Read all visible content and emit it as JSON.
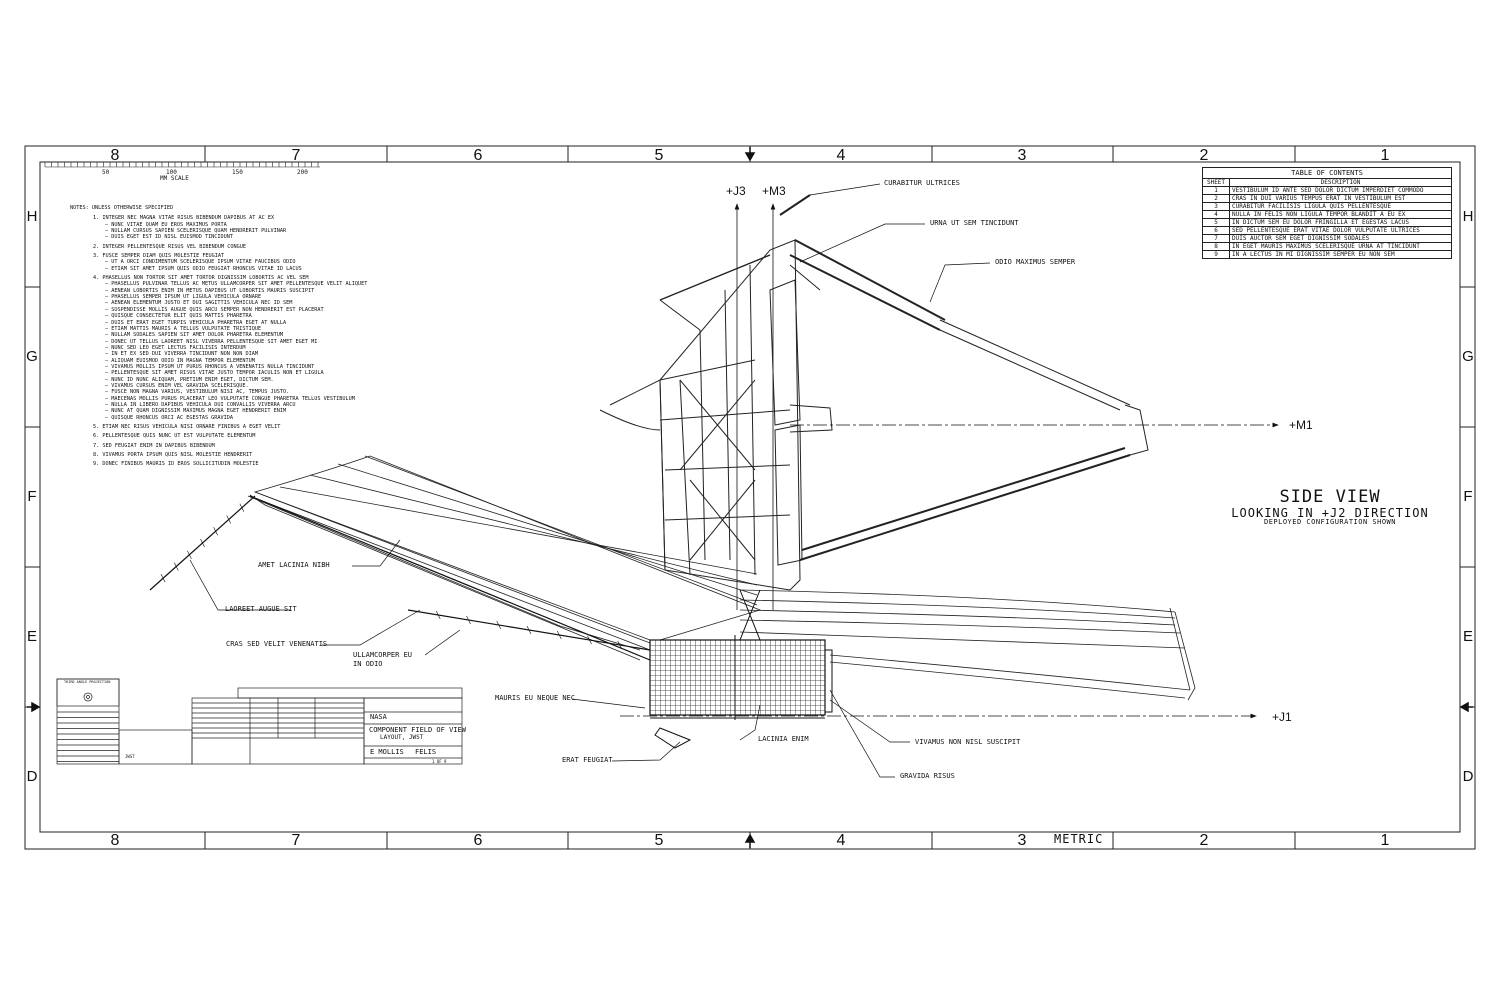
{
  "border": {
    "zone_numbers": [
      "8",
      "7",
      "6",
      "5",
      "4",
      "3",
      "2",
      "1"
    ],
    "zone_letters": [
      "H",
      "G",
      "F",
      "E",
      "D"
    ],
    "metric_label": "METRIC"
  },
  "scale": {
    "ticks": [
      "50",
      "100",
      "150",
      "200"
    ],
    "label": "MM SCALE"
  },
  "notes": {
    "heading": "NOTES: UNLESS OTHERWISE SPECIFIED",
    "items": [
      {
        "num": "1.",
        "text": "INTEGER NEC MAGNA VITAE RISUS BIBENDUM DAPIBUS AT AC EX",
        "sub": [
          "–  NUNC VITAE QUAM EU EROS MAXIMUS PORTA",
          "–  NULLAM CURSUS SAPIEN SCELERISQUE QUAM HENDRERIT PULVINAR",
          "–  DUIS EGET EST ID NISL EUISMOD TINCIDUNT"
        ]
      },
      {
        "num": "2.",
        "text": "INTEGER PELLENTESQUE RISUS VEL BIBENDUM CONGUE",
        "sub": []
      },
      {
        "num": "3.",
        "text": "FUSCE SEMPER DIAM QUIS MOLESTIE FEUGIAT",
        "sub": [
          "–  UT A ORCI CONDIMENTUM SCELERISQUE IPSUM VITAE FAUCIBUS ODIO",
          "–  ETIAM SIT AMET IPSUM QUIS ODIO FEUGIAT RHONCUS VITAE ID LACUS"
        ]
      },
      {
        "num": "4.",
        "text": "PHASELLUS NON TORTOR SIT AMET TORTOR DIGNISSIM LOBORTIS AC VEL SEM",
        "sub": [
          "–  PHASELLUS PULVINAR TELLUS AC METUS ULLAMCORPER SIT AMET PELLENTESQUE VELIT ALIQUET",
          "–  AENEAN LOBORTIS ENIM IN METUS DAPIBUS UT LOBORTIS MAURIS SUSCIPIT",
          "–  PHASELLUS SEMPER IPSUM UT LIGULA VEHICULA ORNARE",
          "–  AENEAN ELEMENTUM JUSTO ET DUI SAGITTIS VEHICULA NEC ID SEM",
          "–  SUSPENDISSE MOLLIS AUGUE QUIS ARCU SEMPER NON HENDRERIT EST PLACERAT",
          "–  QUISQUE CONSECTETUR ELIT QUIS MATTIS PHARETRA",
          "–  DUIS ET ERAT EGET TURPIS VEHICULA PHARETRA EGET AT NULLA",
          "–  ETIAM MATTIS MAURIS A TELLUS VULPUTATE TRISTIQUE",
          "–  NULLAM SODALES SAPIEN SIT AMET DOLOR PHARETRA ELEMENTUM",
          "–  DONEC UT TELLUS LAOREET NISL VIVERRA PELLENTESQUE SIT AMET EGET MI",
          "–  NUNC SED LEO EGET LECTUS FACILISIS INTERDUM",
          "–  IN ET EX SED DUI VIVERRA TINCIDUNT NON NON DIAM",
          "–  ALIQUAM EUISMOD ODIO IN MAGNA TEMPOR ELEMENTUM",
          "–  VIVAMUS MOLLIS IPSUM UT PURUS RHONCUS A VENENATIS NULLA TINCIDUNT",
          "–  PELLENTESQUE SIT AMET RISUS VITAE JUSTO TEMPOR IACULIS NON ET LIGULA",
          "–  NUNC ID NUNC ALIQUAM, PRETIUM ENIM EGET, DICTUM SEM.",
          "–  VIVAMUS CURSUS ENIM VEL GRAVIDA SCELERISQUE.",
          "–  FUSCE NON MAGNA VARIUS, VESTIBULUM NISI AC, TEMPUS JUSTO.",
          "–  MAECENAS MOLLIS PURUS PLACERAT LEO VULPUTATE CONGUE PHARETRA TELLUS VESTIBULUM",
          "–  NULLA IN LIBERO DAPIBUS VEHICULA DUI CONVALLIS VIVERRA ARCU",
          "–  NUNC AT QUAM DIGNISSIM MAXIMUS MAGNA EGET HENDRERIT ENIM",
          "–  QUISQUE RHONCUS ORCI AC EGESTAS GRAVIDA"
        ]
      },
      {
        "num": "5.",
        "text": "ETIAM NEC RISUS VEHICULA NISI ORNARE FINIBUS A EGET VELIT",
        "sub": []
      },
      {
        "num": "6.",
        "text": "PELLENTESQUE QUIS NUNC UT EST VULPUTATE ELEMENTUM",
        "sub": []
      },
      {
        "num": "7.",
        "text": "SED FEUGIAT ENIM IN DAPIBUS BIBENDUM",
        "sub": []
      },
      {
        "num": "8.",
        "text": "VIVAMUS PORTA IPSUM QUIS NISL MOLESTIE HENDRERIT",
        "sub": []
      },
      {
        "num": "9.",
        "text": "DONEC FINIBUS MAURIS ID EROS SOLLICITUDIN MOLESTIE",
        "sub": []
      }
    ]
  },
  "toc": {
    "title": "TABLE OF CONTENTS",
    "col_sheet": "SHEET",
    "col_desc": "DESCRIPTION",
    "rows": [
      {
        "n": "1",
        "d": "VESTIBULUM ID ANTE SED DOLOR DICTUM IMPERDIET COMMODO"
      },
      {
        "n": "2",
        "d": "CRAS IN DUI VARIUS TEMPUS ERAT IN VESTIBULUM EST"
      },
      {
        "n": "3",
        "d": "CURABITUR FACILISIS LIGULA QUIS PELLENTESQUE"
      },
      {
        "n": "4",
        "d": "NULLA IN FELIS NON LIGULA TEMPOR BLANDIT A EU EX"
      },
      {
        "n": "5",
        "d": "IN DICTUM SEM EU DOLOR FRINGILLA ET EGESTAS LACUS"
      },
      {
        "n": "6",
        "d": "SED PELLENTESQUE ERAT VITAE DOLOR VULPUTATE ULTRICES"
      },
      {
        "n": "7",
        "d": "DUIS AUCTOR SEM EGET DIGNISSIM SODALES"
      },
      {
        "n": "8",
        "d": "IN EGET MAURIS MAXIMUS SCELERISQUE URNA AT TINCIDUNT"
      },
      {
        "n": "9",
        "d": "IN A LECTUS IN MI DIGNISSIM SEMPER EU NON SEM"
      }
    ]
  },
  "view": {
    "title": "SIDE VIEW",
    "subtitle": "LOOKING IN +J2 DIRECTION",
    "note": "DEPLOYED CONFIGURATION SHOWN"
  },
  "axes": {
    "j3": "+J3",
    "m3": "+M3",
    "m1": "+M1",
    "j1": "+J1"
  },
  "callouts": {
    "curabitur": "CURABITUR ULTRICES",
    "urna": "URNA UT SEM TINCIDUNT",
    "odio": "ODIO MAXIMUS SEMPER",
    "amet": "AMET LACINIA NIBH",
    "laoreet": "LAOREET AUGUE SIT",
    "cras": "CRAS SED VELIT VENENATIS",
    "ullamcorper_1": "ULLAMCORPER EU",
    "ullamcorper_2": "IN ODIO",
    "mauris": "MAURIS EU NEQUE NEC",
    "lacinia": "LACINIA ENIM",
    "vivamus": "VIVAMUS NON NISL SUSCIPIT",
    "gravida": "GRAVIDA RISUS",
    "erat": "ERAT FEUGIAT"
  },
  "title_block": {
    "org": "NASA",
    "title_1": "COMPONENT FIELD OF VIEW",
    "title_2": "LAYOUT, JWST",
    "name_1": "E MOLLIS",
    "name_2": "FELIS",
    "projection": "THIRD ANGLE PROJECTION",
    "model_label": "JWST",
    "sheet": "1 OF 9"
  }
}
